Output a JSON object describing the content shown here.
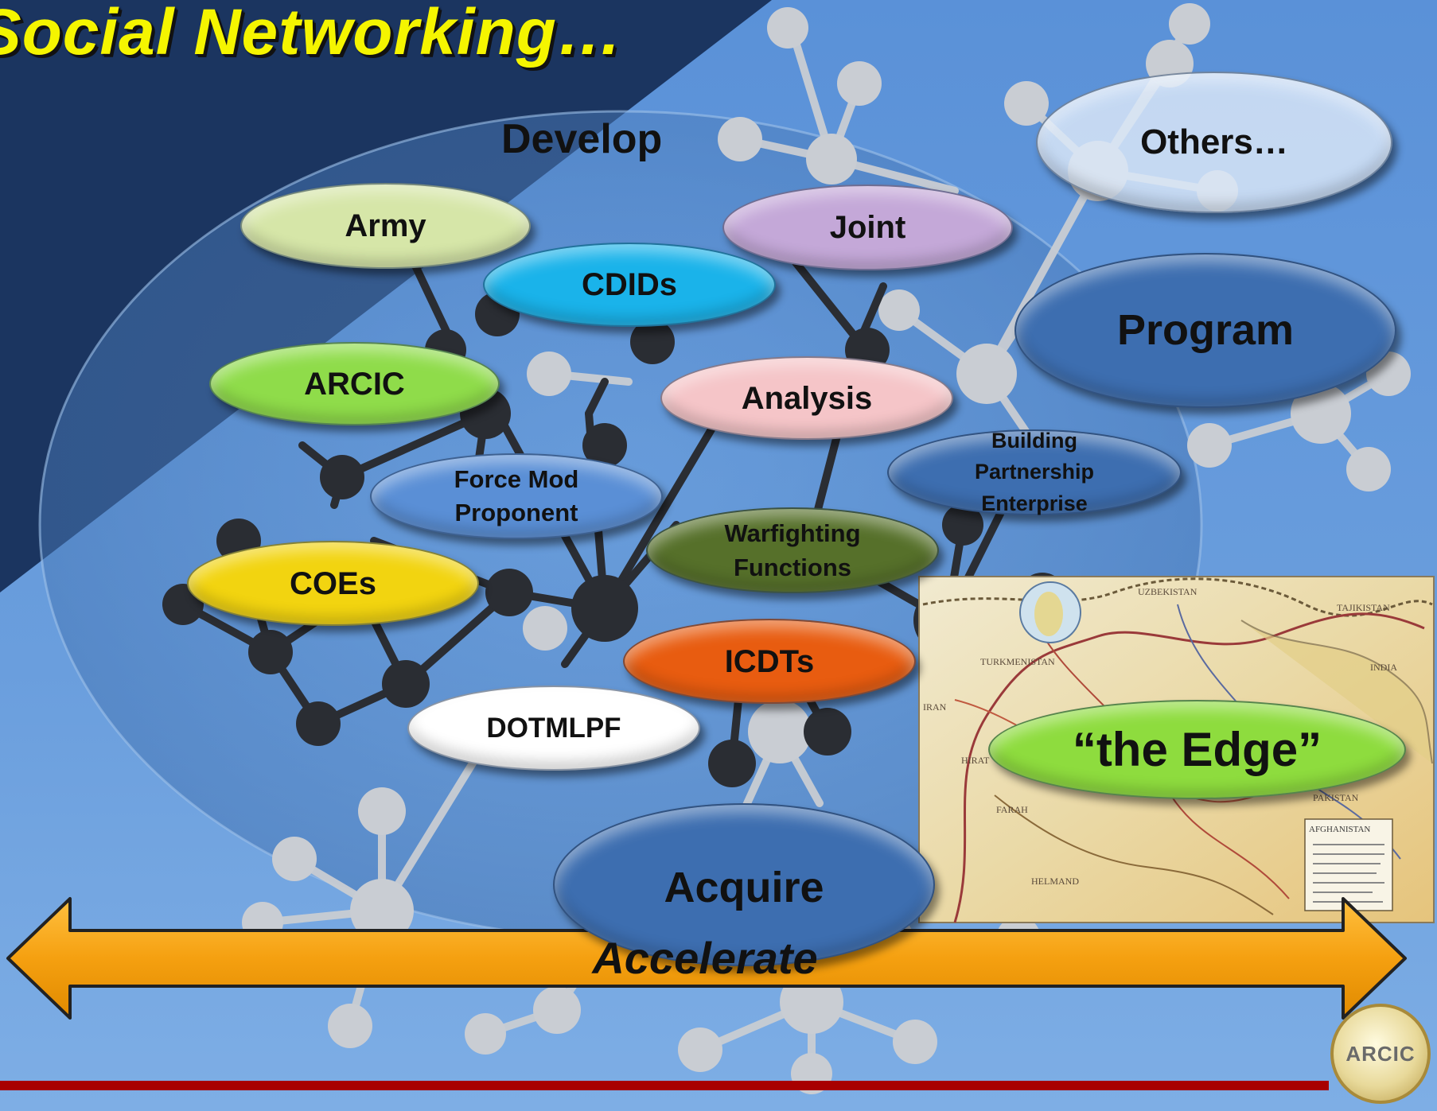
{
  "title": "Social Networking…",
  "labels": {
    "develop": "Develop",
    "others": "Others…",
    "program": "Program",
    "acquire": "Acquire",
    "accelerate": "Accelerate"
  },
  "nodes": {
    "army": "Army",
    "joint": "Joint",
    "cdids": "CDIDs",
    "arcic": "ARCIC",
    "analysis": "Analysis",
    "force_mod_line1": "Force Mod",
    "force_mod_line2": "Proponent",
    "bpe_line1": "Building",
    "bpe_line2": "Partnership",
    "bpe_line3": "Enterprise",
    "warfighting_line1": "Warfighting",
    "warfighting_line2": "Functions",
    "coes": "COEs",
    "icdts": "ICDTs",
    "dotmlpf": "DOTMLPF",
    "the_edge": "“the Edge”"
  },
  "map": {
    "labels": [
      "UZBEKISTAN",
      "TAJIKISTAN",
      "TURKMENISTAN",
      "INDIA",
      "IRAN",
      "HIRAT",
      "FARAH",
      "HELMAND",
      "PAKISTAN",
      "AFGHANISTAN"
    ]
  },
  "logo": {
    "text": "ARCIC"
  },
  "colors": {
    "title": "#f5f500",
    "army": "#d6e6a8",
    "joint": "#c4a8d8",
    "cdids": "#1ab3ea",
    "arcic": "#8fdc4a",
    "analysis": "#f5c5c8",
    "force_mod": "#5a8fd6",
    "bpe": "#3d6eb0",
    "warfighting": "#56702a",
    "coes": "#f2d410",
    "icdts": "#e85c10",
    "dotmlpf": "#ffffff",
    "the_edge": "#8edc3e",
    "accelerate_arrow": "#f5a010"
  }
}
